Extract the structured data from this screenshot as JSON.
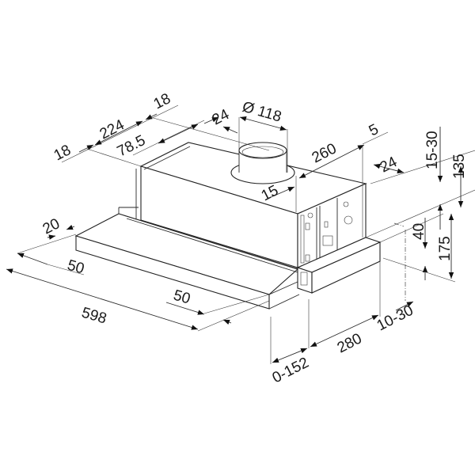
{
  "diagram": {
    "subject": "telescopic cooker hood dimension drawing",
    "units": "mm",
    "colors": {
      "line": "#222222",
      "background": "#ffffff",
      "text": "#1a1a1a"
    },
    "dimensions": {
      "top_left_margin": "18",
      "top_width_224": "224",
      "top_right_margin": "18",
      "offset_78_5": "78.5",
      "offset_24_top": "24",
      "duct_diameter": "Ø 118",
      "depth_260": "260",
      "gap_5": "5",
      "offset_24_right": "24",
      "offset_15": "15",
      "adjust_15_30": "15-30",
      "height_135": "135",
      "height_40": "40",
      "height_175": "175",
      "front_20": "20",
      "front_50_left": "50",
      "width_598": "598",
      "front_50_right": "50",
      "extension_0_152": "0-152",
      "depth_280": "280",
      "adjust_10_30": "10-30"
    }
  }
}
